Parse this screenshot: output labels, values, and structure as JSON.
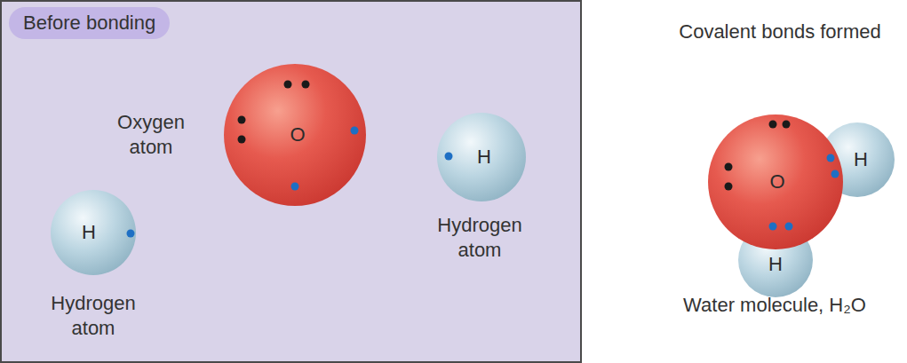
{
  "diagram": {
    "nodes": [
      {
        "text": [
          "Before bonding"
        ]
      },
      {
        "text": [
          "O"
        ],
        "in": 0
      },
      {
        "text": [
          "H"
        ],
        "in": 0
      },
      {
        "text": [
          "H"
        ],
        "in": 0
      },
      {
        "text": [
          "O"
        ]
      },
      {
        "text": [
          "H"
        ]
      },
      {
        "text": [
          "H"
        ]
      }
    ],
    "labels": [
      "Oxygen atom",
      "Hydrogen atom",
      "Hydrogen atom",
      "Covalent bonds formed",
      "Water molecule, H₂O"
    ]
  }
}
